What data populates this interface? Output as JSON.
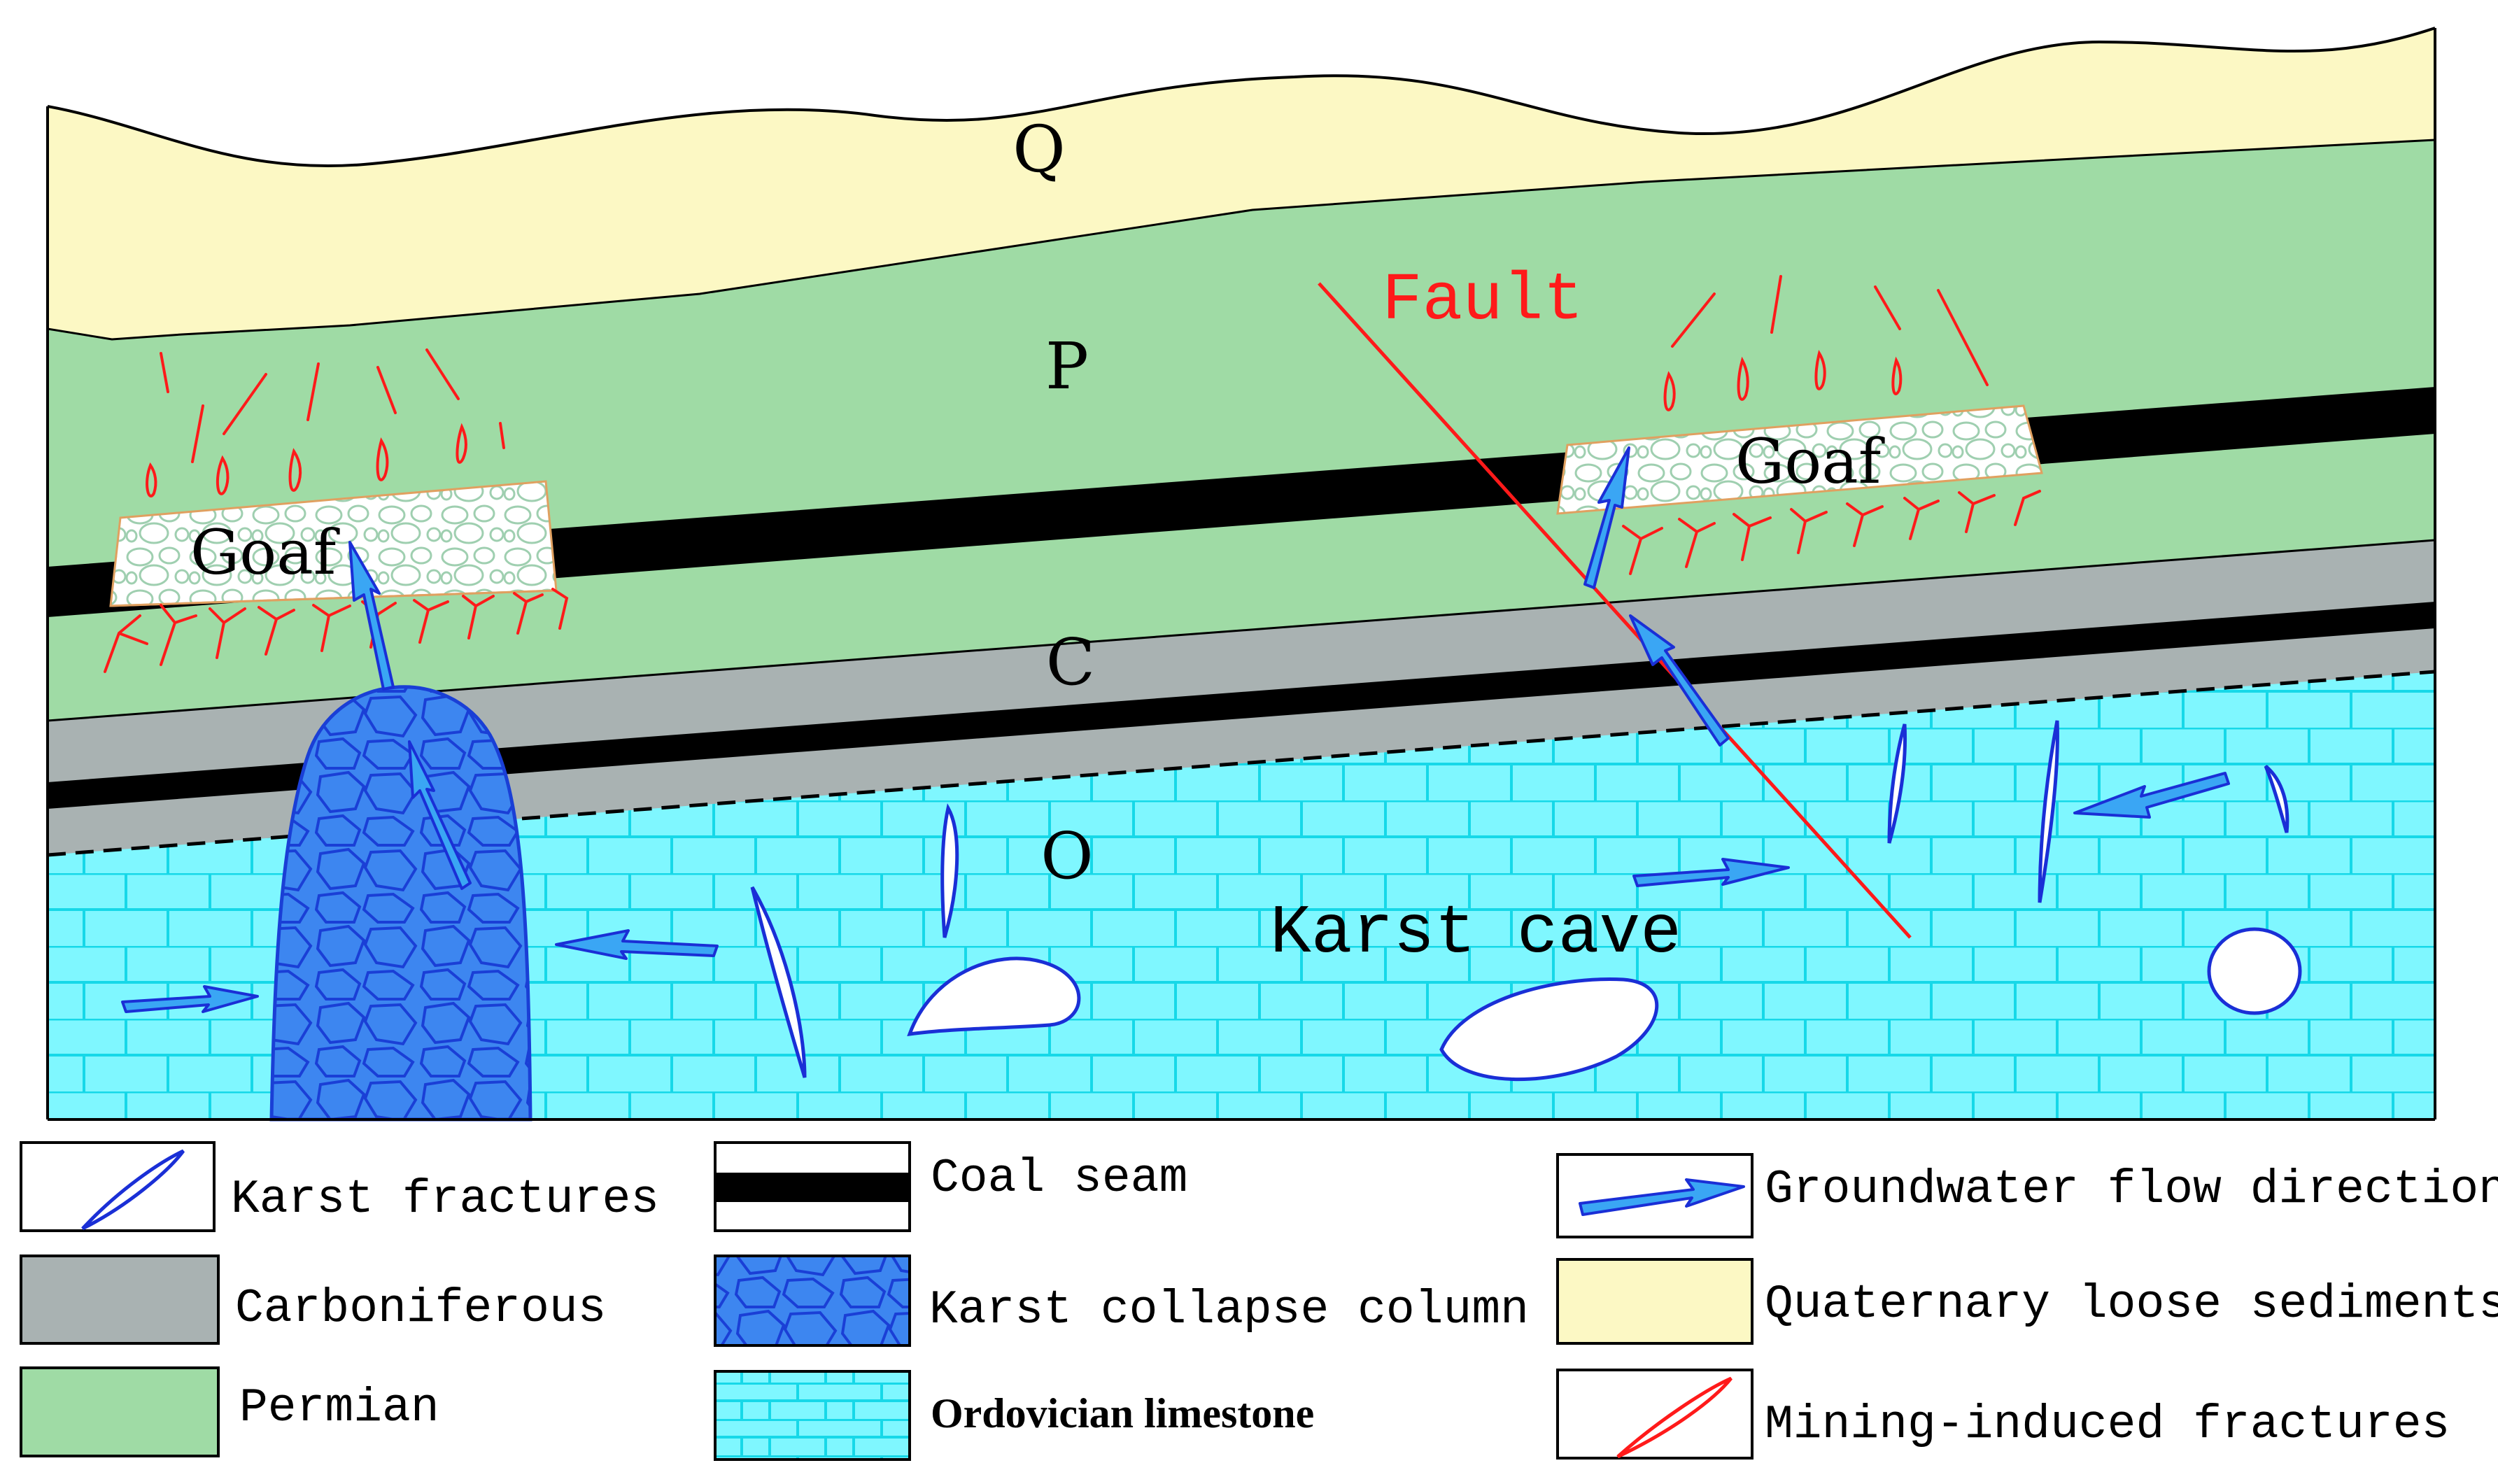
{
  "labels": {
    "layer_q": "Q",
    "layer_p": "P",
    "layer_c": "C",
    "layer_o": "O",
    "fault": "Fault",
    "goaf_left": "Goaf",
    "goaf_right": "Goaf",
    "karst_cave": "Karst cave"
  },
  "legend": {
    "karst_fractures": "Karst fractures",
    "carboniferous": "Carboniferous",
    "permian": "Permian",
    "coal_seam": "Coal seam",
    "karst_collapse_column": "Karst collapse column",
    "ordovician_limestone": "Ordovician limestone",
    "groundwater_flow": "Groundwater flow direction",
    "quaternary": "Quaternary loose sediments",
    "mining_fractures": "Mining-induced fractures"
  },
  "colors": {
    "quaternary": "#fcf8c4",
    "permian": "#9fdba5",
    "carboniferous": "#a9b2b2",
    "coal": "#000000",
    "limestone": "#7ff7ff",
    "limestone_grid": "#16d8e8",
    "collapse_fill": "#3d86f0",
    "collapse_line": "#1a3fd6",
    "fracture_red": "#ff1a1a",
    "karst_fracture_blue": "#1a2fd6",
    "arrow_fill": "#3aa6f4",
    "arrow_stroke": "#1a2fd6"
  },
  "icons": [
    "karst-fracture-icon",
    "flow-arrow-icon",
    "mining-fracture-icon"
  ]
}
